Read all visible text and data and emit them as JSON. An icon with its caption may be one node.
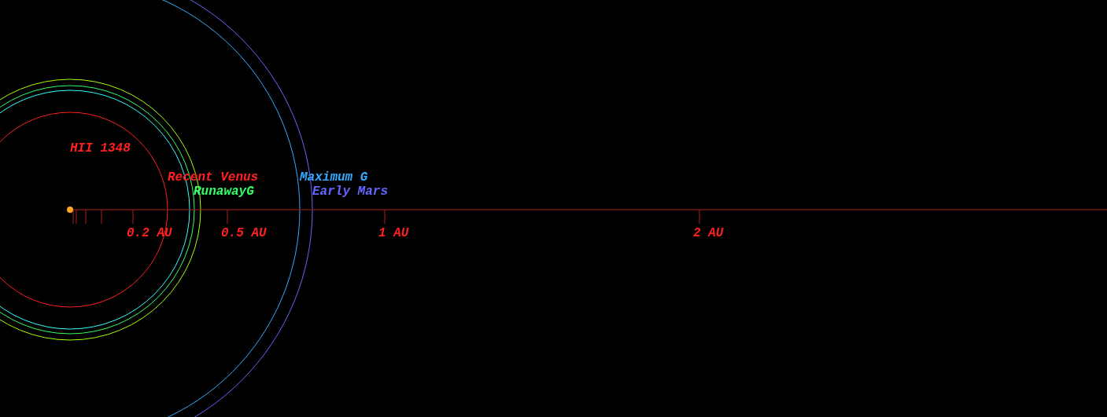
{
  "diagram": {
    "labels": [
      "HII 1348",
      "Recent Venus",
      "Maximum G",
      "RunawayG",
      "Early Mars",
      "0.2 AU",
      "0.5 AU",
      "1 AU",
      "2 AU"
    ]
  }
}
